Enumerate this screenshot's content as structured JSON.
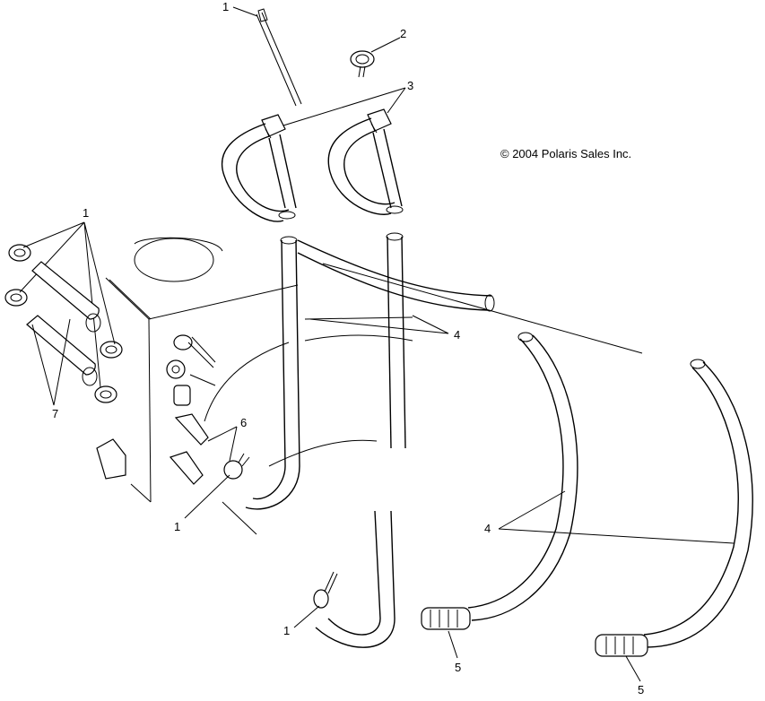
{
  "copyright": "© 2004 Polaris Sales Inc.",
  "callouts": {
    "c1_top": "1",
    "c2": "2",
    "c3": "3",
    "c1_left": "1",
    "c7": "7",
    "c4_mid": "4",
    "c6": "6",
    "c1_low": "1",
    "c1_bottom": "1",
    "c4_right": "4",
    "c5_a": "5",
    "c5_b": "5"
  },
  "colors": {
    "line": "#000000",
    "background": "#ffffff"
  }
}
